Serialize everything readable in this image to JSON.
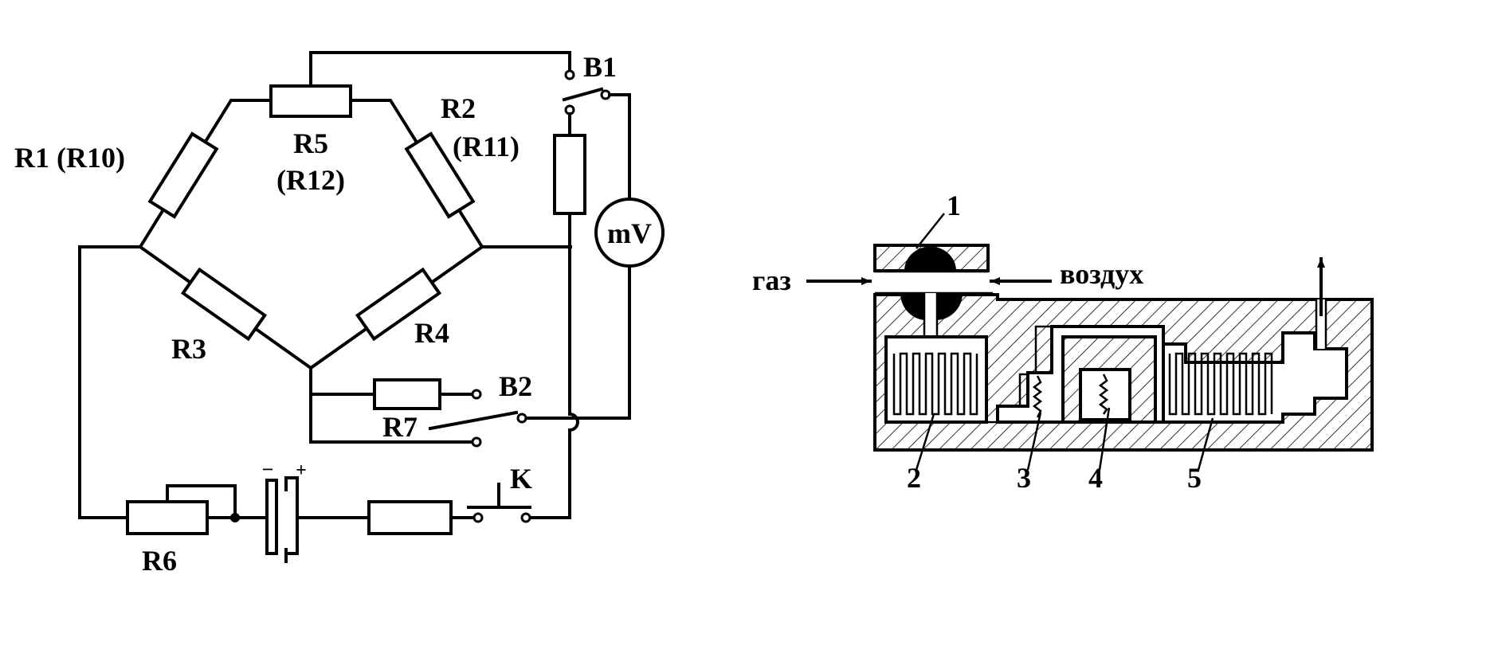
{
  "circuit": {
    "labels": {
      "r1": "R1 (R10)",
      "r5": "R5",
      "r5_alt": "(R12)",
      "r2": "R2",
      "r2_alt": "(R11)",
      "r3": "R3",
      "r4": "R4",
      "r6": "R6",
      "r7": "R7",
      "b1": "B1",
      "b2": "B2",
      "k": "K",
      "mv": "mV",
      "minus": "−",
      "plus": "+"
    }
  },
  "chamber": {
    "labels": {
      "gas": "газ",
      "air": "воздух",
      "n1": "1",
      "n2": "2",
      "n3": "3",
      "n4": "4",
      "n5": "5"
    }
  }
}
